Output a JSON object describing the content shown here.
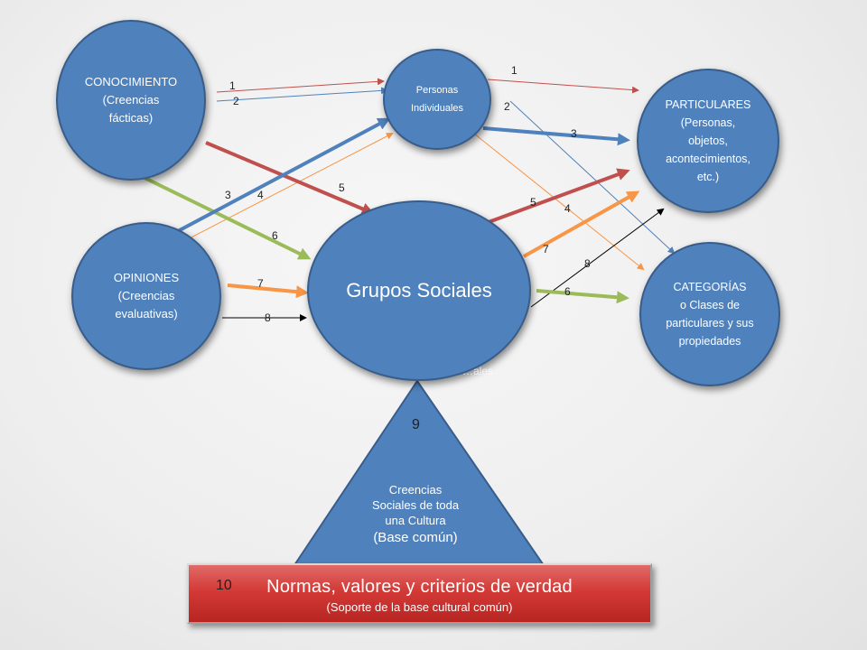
{
  "nodes": {
    "conocimiento": {
      "title": "CONOCIMIENTO",
      "line2": "(Creencias",
      "line3": "fácticas)"
    },
    "opiniones": {
      "title": "OPINIONES",
      "line2": "(Creencias",
      "line3": "evaluativas)"
    },
    "personas": {
      "line1": "Personas",
      "line2": "Individuales"
    },
    "grupos": {
      "title": "Grupos Sociales",
      "hidden_text": "…ales"
    },
    "particulares": {
      "title": "PARTICULARES",
      "line2": "(Personas,",
      "line3": "objetos,",
      "line4": "acontecimientos,",
      "line5": "etc.)"
    },
    "categorias": {
      "title": "CATEGORÍAS",
      "line2": "o Clases de",
      "line3": "particulares y sus",
      "line4": "propiedades"
    }
  },
  "arrow_labels": {
    "c1": "1",
    "c2": "2",
    "p1": "1",
    "p2": "2",
    "p3": "3",
    "o3": "3",
    "o4": "4",
    "c5": "5",
    "c6": "6",
    "o7": "7",
    "o8": "8",
    "g5": "5",
    "g4": "4",
    "g7": "7",
    "g8": "8",
    "g6": "6"
  },
  "triangle": {
    "number": "9",
    "line1": "Creencias",
    "line2": "Sociales de toda",
    "line3": "una Cultura",
    "line4": "(Base común)"
  },
  "banner": {
    "number": "10",
    "title": "Normas, valores y criterios de verdad",
    "subtitle": "(Soporte de la base cultural común)"
  },
  "colors": {
    "node_fill": "#4f81bd",
    "red_arrow": "#c0504d",
    "blue_arrow": "#4f81bd",
    "orange_arrow": "#f79646",
    "green_arrow": "#9bbb59",
    "black_arrow": "#000000",
    "banner_red": "#d33a36"
  }
}
